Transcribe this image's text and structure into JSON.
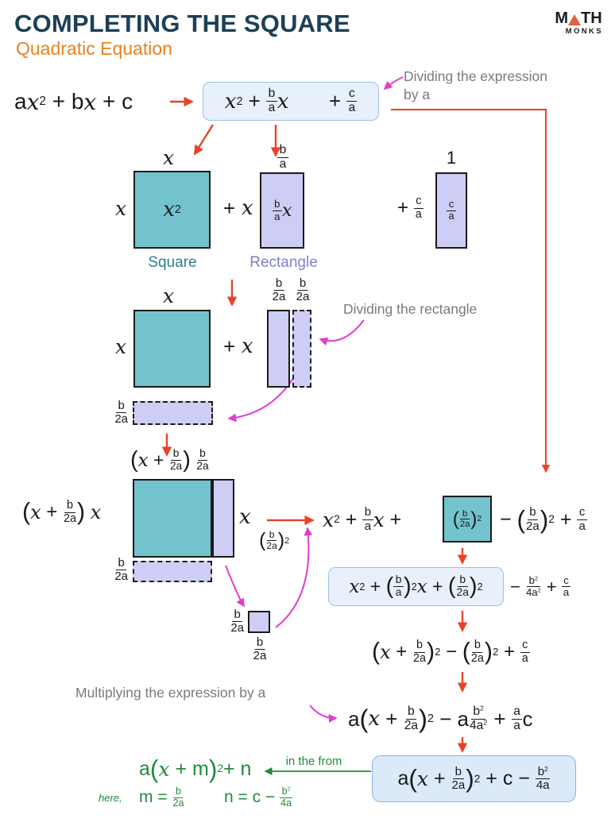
{
  "header": {
    "title": "COMPLETING THE SQUARE",
    "subtitle": "Quadratic Equation",
    "logo_m": "M",
    "logo_th": "TH",
    "logo_monks": "MONKS"
  },
  "colors": {
    "ink": "#1a1a1a",
    "navy": "#1c4056",
    "orange": "#e8821f",
    "logo_triangle": "#e0603a",
    "teal_fill": "#72c3cd",
    "teal_text": "#2c7f93",
    "lavender": "#cecdf5",
    "purple_text": "#7f7fd0",
    "box_fill": "#e7f0fb",
    "box_border": "#9cc2e6",
    "final_box_fill": "#dbe9f9",
    "final_box_border": "#86b3dc",
    "red": "#e8432a",
    "pink": "#e23dd3",
    "green": "#1f8b3b",
    "gray": "#7a7a7a"
  },
  "annotations": {
    "divide_expression_line1": "Dividing the expression",
    "divide_expression_line2": "by a",
    "divide_rectangle": "Dividing the rectangle",
    "multiply_by_a": "Multiplying the expression by a",
    "in_the_form": "in the from",
    "here": "here,"
  },
  "flow": {
    "start_expr": "ax^{2} + bx + c",
    "divided_expr": "x^{2} + #{b}{a}x       + #{c}{a}"
  },
  "shapes_row1": {
    "square_top_label": "x",
    "square_left_label": "x",
    "square_content": "x^{2}",
    "square_caption": "Square",
    "plus": "+",
    "x_factor": "x",
    "rect_top_label": "#{b}{a}",
    "rect_content": "#{b}{a}x",
    "rect_caption": "Rectangle",
    "plus_ca": "+ #{c}{a}",
    "small_rect_top_label": "1",
    "small_rect_content": "#{c}{a}"
  },
  "shapes_row2": {
    "square_top_label": "x",
    "square_left_label": "x",
    "plus": "+",
    "x_factor": "x",
    "split_label_left": "#{b}{2a}",
    "split_label_right": "#{b}{2a}",
    "strip_label": "#{b}{2a}"
  },
  "shapes_row3": {
    "top_label": "(x + #{b}{2a}) #{b}{2a}",
    "left_label": "(x + #{b}{2a}) x",
    "right_label": "x",
    "strip_label": "#{b}{2a}",
    "small_square_left_label": "#{b}{2a}",
    "small_square_bottom_label": "#{b}{2a}",
    "b2a_squared": "(#{b}{2a})^{2}"
  },
  "equations": {
    "eqA_part1": "x^{2} + #{b}{a}x + ",
    "eqA_box": "(#{b}{2a})^{2}",
    "eqA_part2": "− (#{b}{2a})^{2} + #{c}{a}",
    "eqB_boxed": "x^{2} + (#{b}{a})^{2}x + (#{b}{2a})^{2}",
    "eqB_tail": "− #{b^{2}}{4a^{2}} + #{c}{a}",
    "eqC": "(x + #{b}{2a})^{2} − (#{b}{2a})^{2} + #{c}{a}",
    "eqD": "a(x + #{b}{2a})^{2} − a#{b^{2}}{4a^{2}} + #{a}{a}c",
    "general_form": "a(x + m)^{2}+ n",
    "m_def": "m = #{b}{2a}",
    "n_def": "n = c − #{b^{2}}{4a}",
    "final_boxed": "a(x + #{b}{2a})^{2} + c − #{b^{2}}{4a}"
  }
}
